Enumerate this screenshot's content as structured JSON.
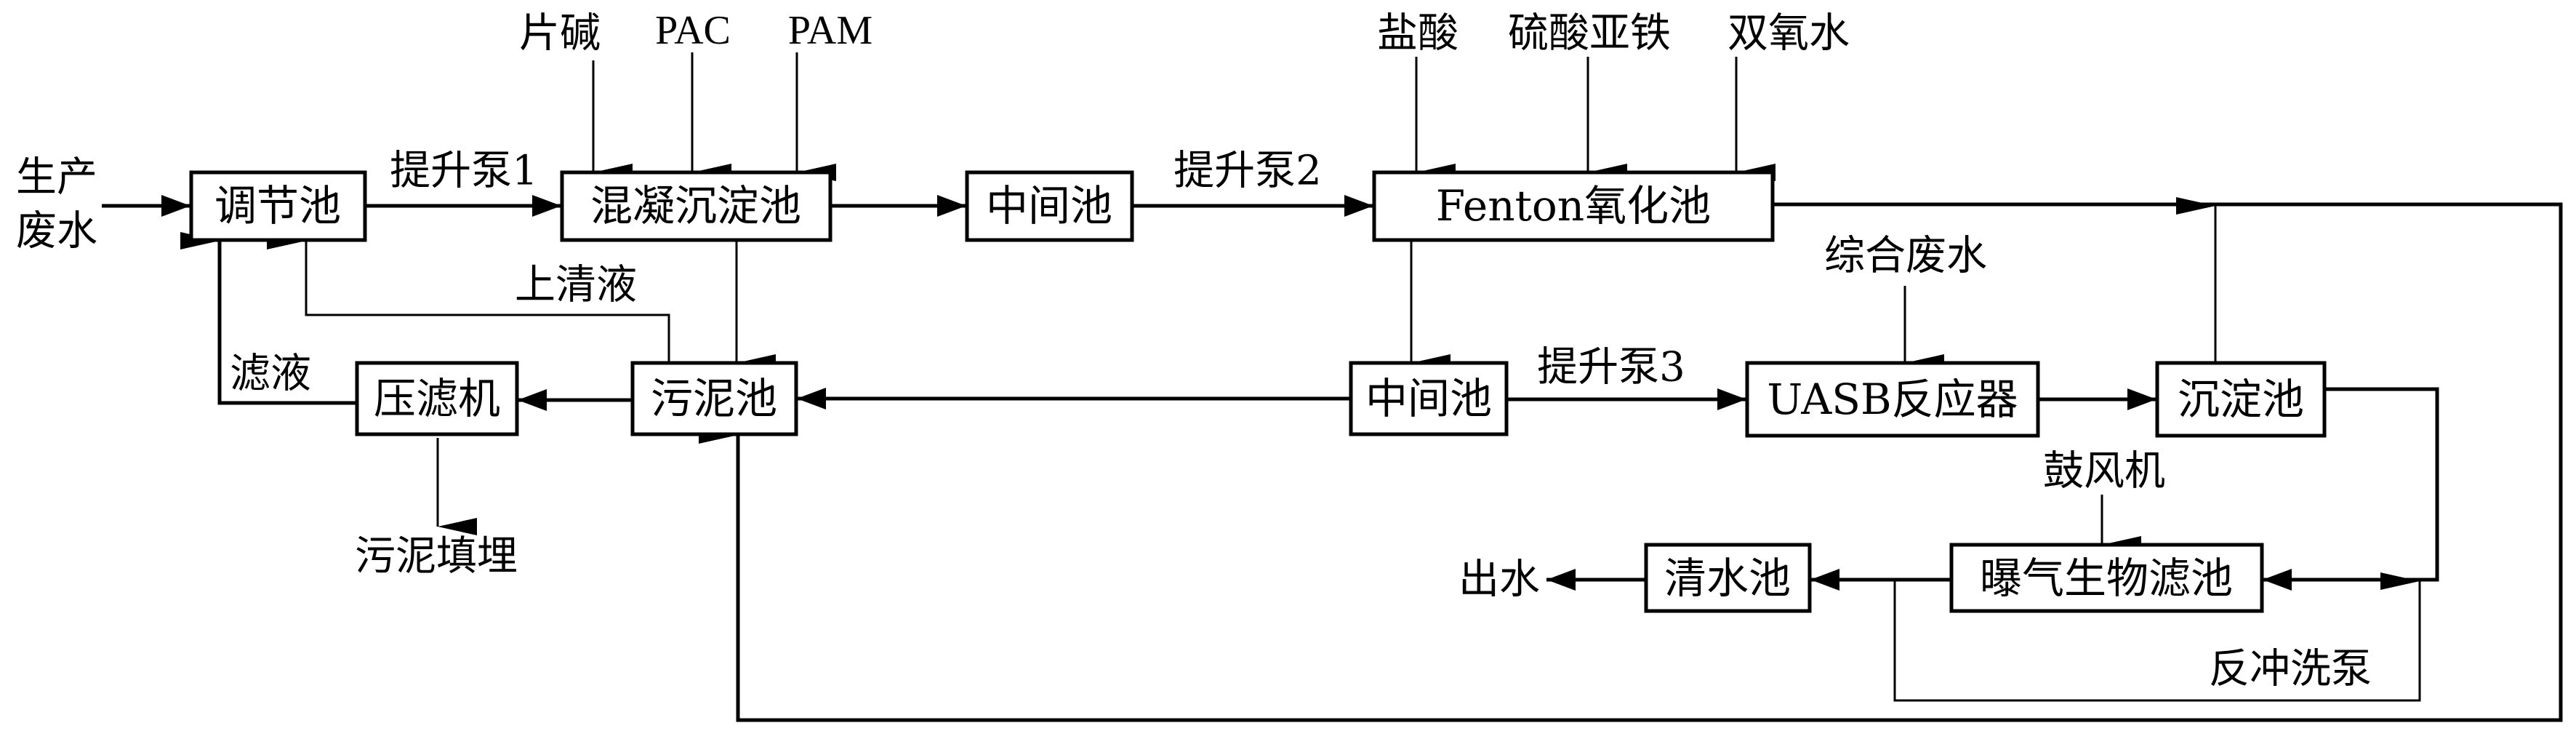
{
  "title": "生产废水处理工艺流程图",
  "colors": {
    "stroke": "#000000",
    "background": "#ffffff"
  },
  "inputs": {
    "production_wastewater_line1": "生产",
    "production_wastewater_line2": "废水",
    "caustic_soda": "片碱",
    "pac": "PAC",
    "pam": "PAM",
    "hydrochloric_acid": "盐酸",
    "ferrous_sulfate": "硫酸亚铁",
    "hydrogen_peroxide": "双氧水",
    "combined_wastewater": "综合废水",
    "blower": "鼓风机"
  },
  "units": {
    "equalization_tank": "调节池",
    "coag_sed_tank": "混凝沉淀池",
    "intermediate_tank_1": "中间池",
    "fenton_tank": "Fenton氧化池",
    "sludge_tank": "污泥池",
    "filter_press": "压滤机",
    "intermediate_tank_2": "中间池",
    "uasb_reactor": "UASB反应器",
    "sedimentation_tank": "沉淀池",
    "baf_tank": "曝气生物滤池",
    "clear_water_tank": "清水池"
  },
  "flow_labels": {
    "lift_pump_1": "提升泵1",
    "lift_pump_2": "提升泵2",
    "lift_pump_3": "提升泵3",
    "supernatant": "上清液",
    "filtrate": "滤液",
    "sludge_landfill": "污泥填埋",
    "effluent": "出水",
    "backwash_pump": "反冲洗泵"
  }
}
